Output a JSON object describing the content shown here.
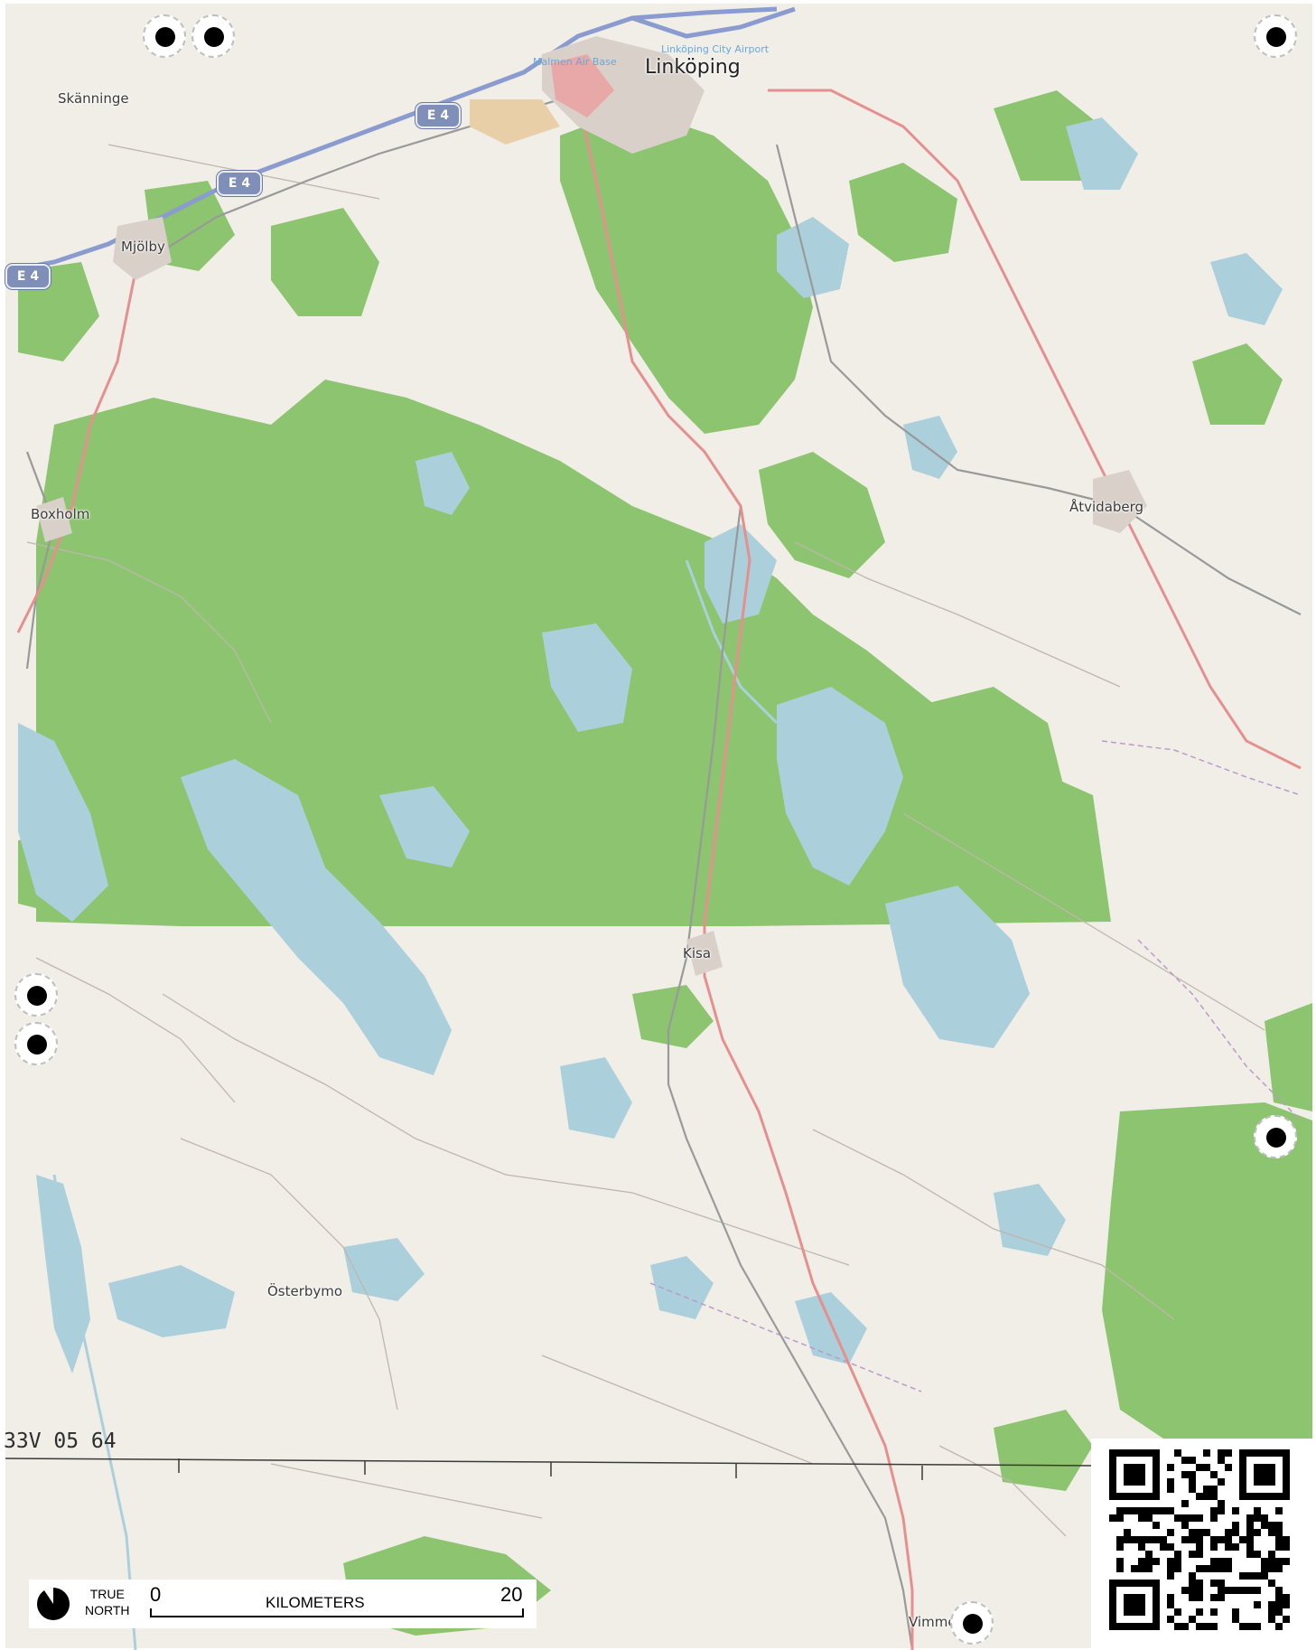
{
  "map": {
    "places": [
      {
        "id": "linkoping",
        "label": "Linköping"
      },
      {
        "id": "skanninge",
        "label": "Skänninge"
      },
      {
        "id": "mjolby",
        "label": "Mjölby"
      },
      {
        "id": "boxholm",
        "label": "Boxholm"
      },
      {
        "id": "atvidaberg",
        "label": "Åtvidaberg"
      },
      {
        "id": "kisa",
        "label": "Kisa"
      },
      {
        "id": "osterbymo",
        "label": "Österbymo"
      },
      {
        "id": "vimmerby",
        "label": "Vimme"
      }
    ],
    "pois": [
      {
        "id": "malmen",
        "label": "Malmen Air Base"
      },
      {
        "id": "airport",
        "label": "Linköping City Airport"
      }
    ],
    "road_shields": [
      "E 4",
      "E 4",
      "E 4"
    ],
    "grid_reference": "33V 05 64",
    "colors": {
      "land": "#f1eee8",
      "forest": "#8dc46f",
      "water": "#abcfdb",
      "motorway": "#8a9ccf",
      "primary_road": "#e5908f",
      "railway": "#9a9a9a"
    }
  },
  "legend": {
    "north_line1": "TRUE",
    "north_line2": "NORTH",
    "scale_start": "0",
    "scale_end": "20",
    "scale_unit": "KILOMETERS"
  },
  "qr_icon": "qr-code"
}
